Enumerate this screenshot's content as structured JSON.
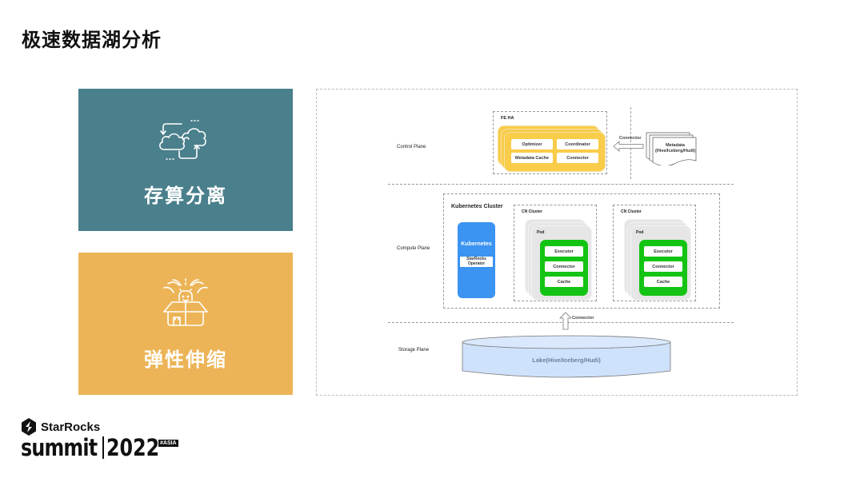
{
  "page": {
    "title": "极速数据湖分析"
  },
  "features": [
    {
      "label": "存算分离",
      "icon": "cloud-sync-icon",
      "color": "#4a7f8c"
    },
    {
      "label": "弹性伸缩",
      "icon": "box-popup-icon",
      "color": "#ecb457"
    }
  ],
  "diagram": {
    "planes": {
      "control": "Control Plane",
      "compute": "Compute Plane",
      "storage": "Storage Plane"
    },
    "fe": {
      "title": "FE HA",
      "cells": [
        "Optimizer",
        "Coordinator",
        "Metadata Cache",
        "Connector"
      ],
      "color": "#f9cc4a"
    },
    "metadata": {
      "connector_label": "Connector",
      "title": "Metadata",
      "subtitle": "(Hive/Iceberg/Hudi)"
    },
    "k8s_cluster": {
      "title": "Kubernetes Cluster",
      "kubernetes_label": "Kubernetes",
      "operator_line1": "StarRocks",
      "operator_line2": "Operator",
      "color": "#3b93f2"
    },
    "cn_clusters": [
      {
        "title": "CN Cluster",
        "pod_label": "Pod",
        "cells": [
          "Executor",
          "Connector",
          "Cache"
        ]
      },
      {
        "title": "CN Cluster",
        "pod_label": "Pod",
        "cells": [
          "Executor",
          "Connector",
          "Cache"
        ]
      }
    ],
    "storage": {
      "connector_label": "Connector",
      "lake_label": "Lake(Hive/Iceberg/Hudi)",
      "color": "#cfe2fb"
    },
    "pod_green": "#14c414"
  },
  "branding": {
    "brand": "StarRocks",
    "event": "summit",
    "year": "2022",
    "tag": "#ASIA"
  }
}
